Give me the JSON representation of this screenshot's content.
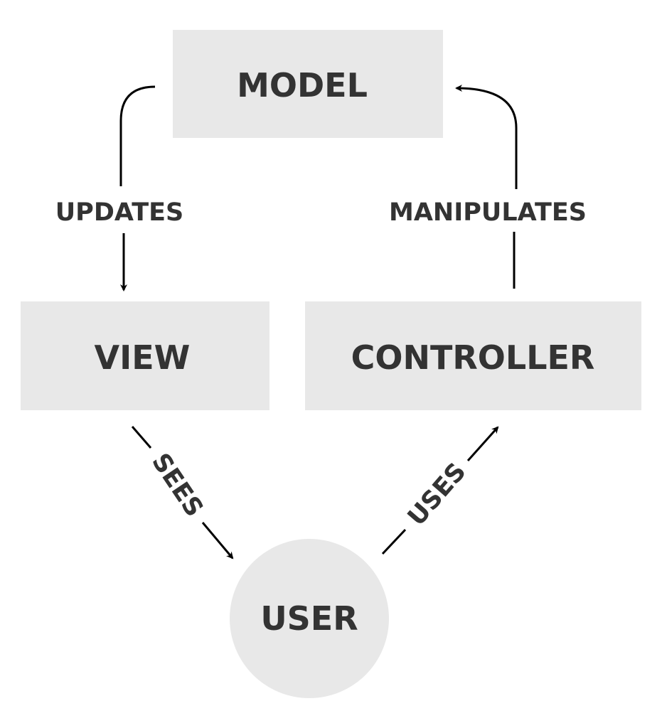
{
  "nodes": {
    "model": {
      "label": "MODEL"
    },
    "view": {
      "label": "VIEW"
    },
    "controller": {
      "label": "CONTROLLER"
    },
    "user": {
      "label": "USER"
    }
  },
  "edges": {
    "updates": {
      "label": "UPDATES"
    },
    "manipulates": {
      "label": "MANIPULATES"
    },
    "sees": {
      "label": "SEES"
    },
    "uses": {
      "label": "USES"
    }
  },
  "colors": {
    "node_fill": "#e8e8e8",
    "text": "#333333",
    "arrow": "#000000"
  }
}
